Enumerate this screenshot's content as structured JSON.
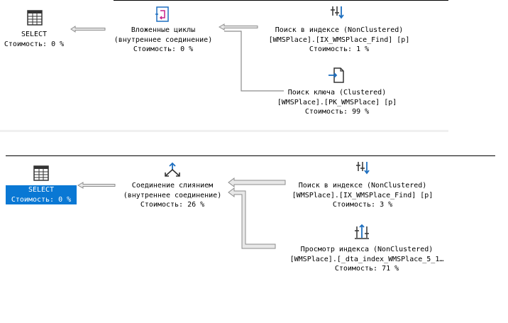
{
  "plan1": {
    "select": {
      "label": "SELECT",
      "cost": "Стоимость: 0 %"
    },
    "nested_loops": {
      "name": "Вложенные циклы",
      "subtitle": "(внутреннее соединение)",
      "cost": "Стоимость: 0 %"
    },
    "index_seek": {
      "name": "Поиск в индексе (NonClustered)",
      "object": "[WMSPlace].[IX_WMSPlace_Find] [p]",
      "cost": "Стоимость: 1 %"
    },
    "key_lookup": {
      "name": "Поиск ключа (Clustered)",
      "object": "[WMSPlace].[PK_WMSPlace] [p]",
      "cost": "Стоимость: 99 %"
    }
  },
  "plan2": {
    "select": {
      "label": "SELECT",
      "cost": "Стоимость: 0 %",
      "selected": true
    },
    "merge_join": {
      "name": "Соединение слиянием",
      "subtitle": "(внутреннее соединение)",
      "cost": "Стоимость: 26 %"
    },
    "index_seek": {
      "name": "Поиск в индексе (NonClustered)",
      "object": "[WMSPlace].[IX_WMSPlace_Find] [p]",
      "cost": "Стоимость: 3 %"
    },
    "index_scan": {
      "name": "Просмотр индекса (NonClustered)",
      "object": "[WMSPlace].[_dta_index_WMSPlace_5_1…",
      "cost": "Стоимость: 71 %"
    }
  },
  "colors": {
    "selection": "#0a78d4",
    "arrow_fill": "#e8e8e8",
    "arrow_stroke": "#8c8c8c",
    "icon_blue": "#1e6fc0",
    "icon_magenta": "#c8238c"
  }
}
